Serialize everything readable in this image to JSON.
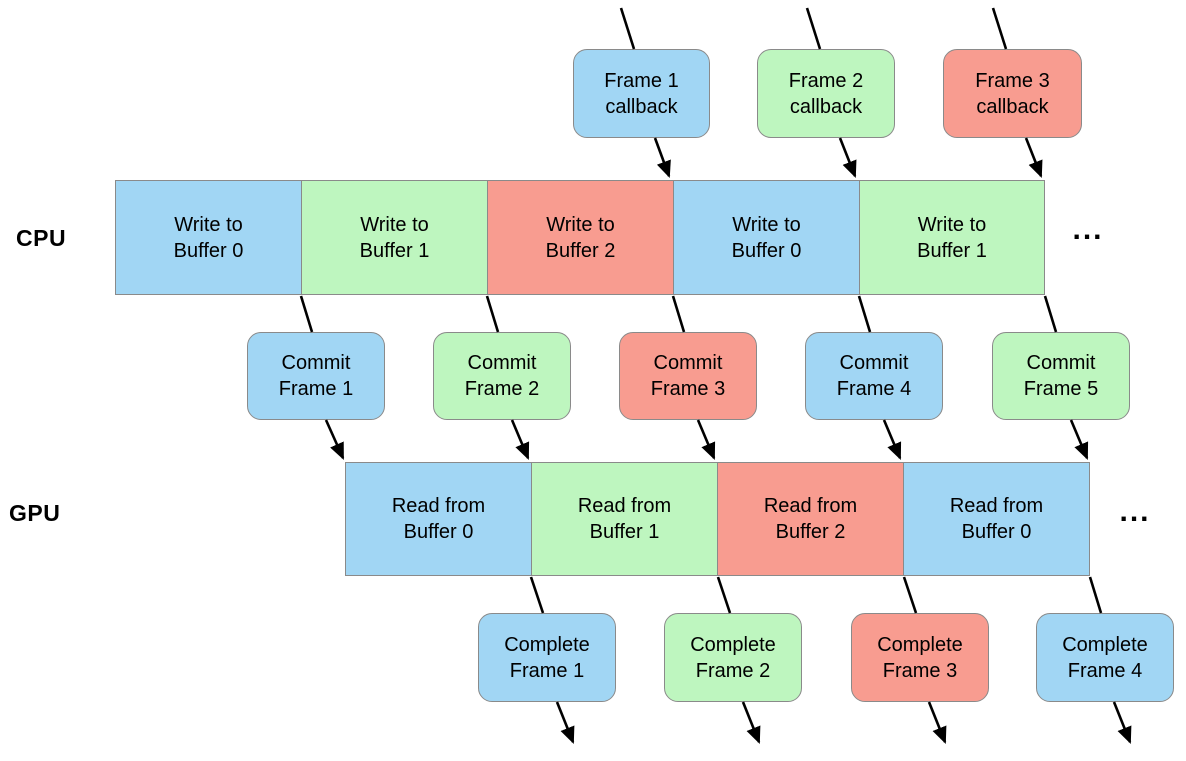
{
  "colors": {
    "blue": "#A1D6F4",
    "green": "#BEF6BF",
    "red": "#F89C90",
    "border": "#8A8A8A",
    "arrow": "#000000",
    "text": "#000000",
    "background": "#FFFFFF"
  },
  "lanes": {
    "cpu": {
      "label": "CPU",
      "ellipsis": "..."
    },
    "gpu": {
      "label": "GPU",
      "ellipsis": "..."
    }
  },
  "callback_boxes": [
    {
      "line1": "Frame 1",
      "line2": "callback",
      "color": "blue"
    },
    {
      "line1": "Frame 2",
      "line2": "callback",
      "color": "green"
    },
    {
      "line1": "Frame 3",
      "line2": "callback",
      "color": "red"
    }
  ],
  "cpu_segments": [
    {
      "line1": "Write to",
      "line2": "Buffer 0",
      "color": "blue"
    },
    {
      "line1": "Write to",
      "line2": "Buffer 1",
      "color": "green"
    },
    {
      "line1": "Write to",
      "line2": "Buffer 2",
      "color": "red"
    },
    {
      "line1": "Write to",
      "line2": "Buffer 0",
      "color": "blue"
    },
    {
      "line1": "Write to",
      "line2": "Buffer 1",
      "color": "green"
    }
  ],
  "commit_boxes": [
    {
      "line1": "Commit",
      "line2": "Frame 1",
      "color": "blue"
    },
    {
      "line1": "Commit",
      "line2": "Frame 2",
      "color": "green"
    },
    {
      "line1": "Commit",
      "line2": "Frame 3",
      "color": "red"
    },
    {
      "line1": "Commit",
      "line2": "Frame 4",
      "color": "blue"
    },
    {
      "line1": "Commit",
      "line2": "Frame 5",
      "color": "green"
    }
  ],
  "gpu_segments": [
    {
      "line1": "Read from",
      "line2": "Buffer 0",
      "color": "blue"
    },
    {
      "line1": "Read from",
      "line2": "Buffer 1",
      "color": "green"
    },
    {
      "line1": "Read from",
      "line2": "Buffer 2",
      "color": "red"
    },
    {
      "line1": "Read from",
      "line2": "Buffer 0",
      "color": "blue"
    }
  ],
  "complete_boxes": [
    {
      "line1": "Complete",
      "line2": "Frame 1",
      "color": "blue"
    },
    {
      "line1": "Complete",
      "line2": "Frame 2",
      "color": "green"
    },
    {
      "line1": "Complete",
      "line2": "Frame 3",
      "color": "red"
    },
    {
      "line1": "Complete",
      "line2": "Frame 4",
      "color": "blue"
    }
  ]
}
